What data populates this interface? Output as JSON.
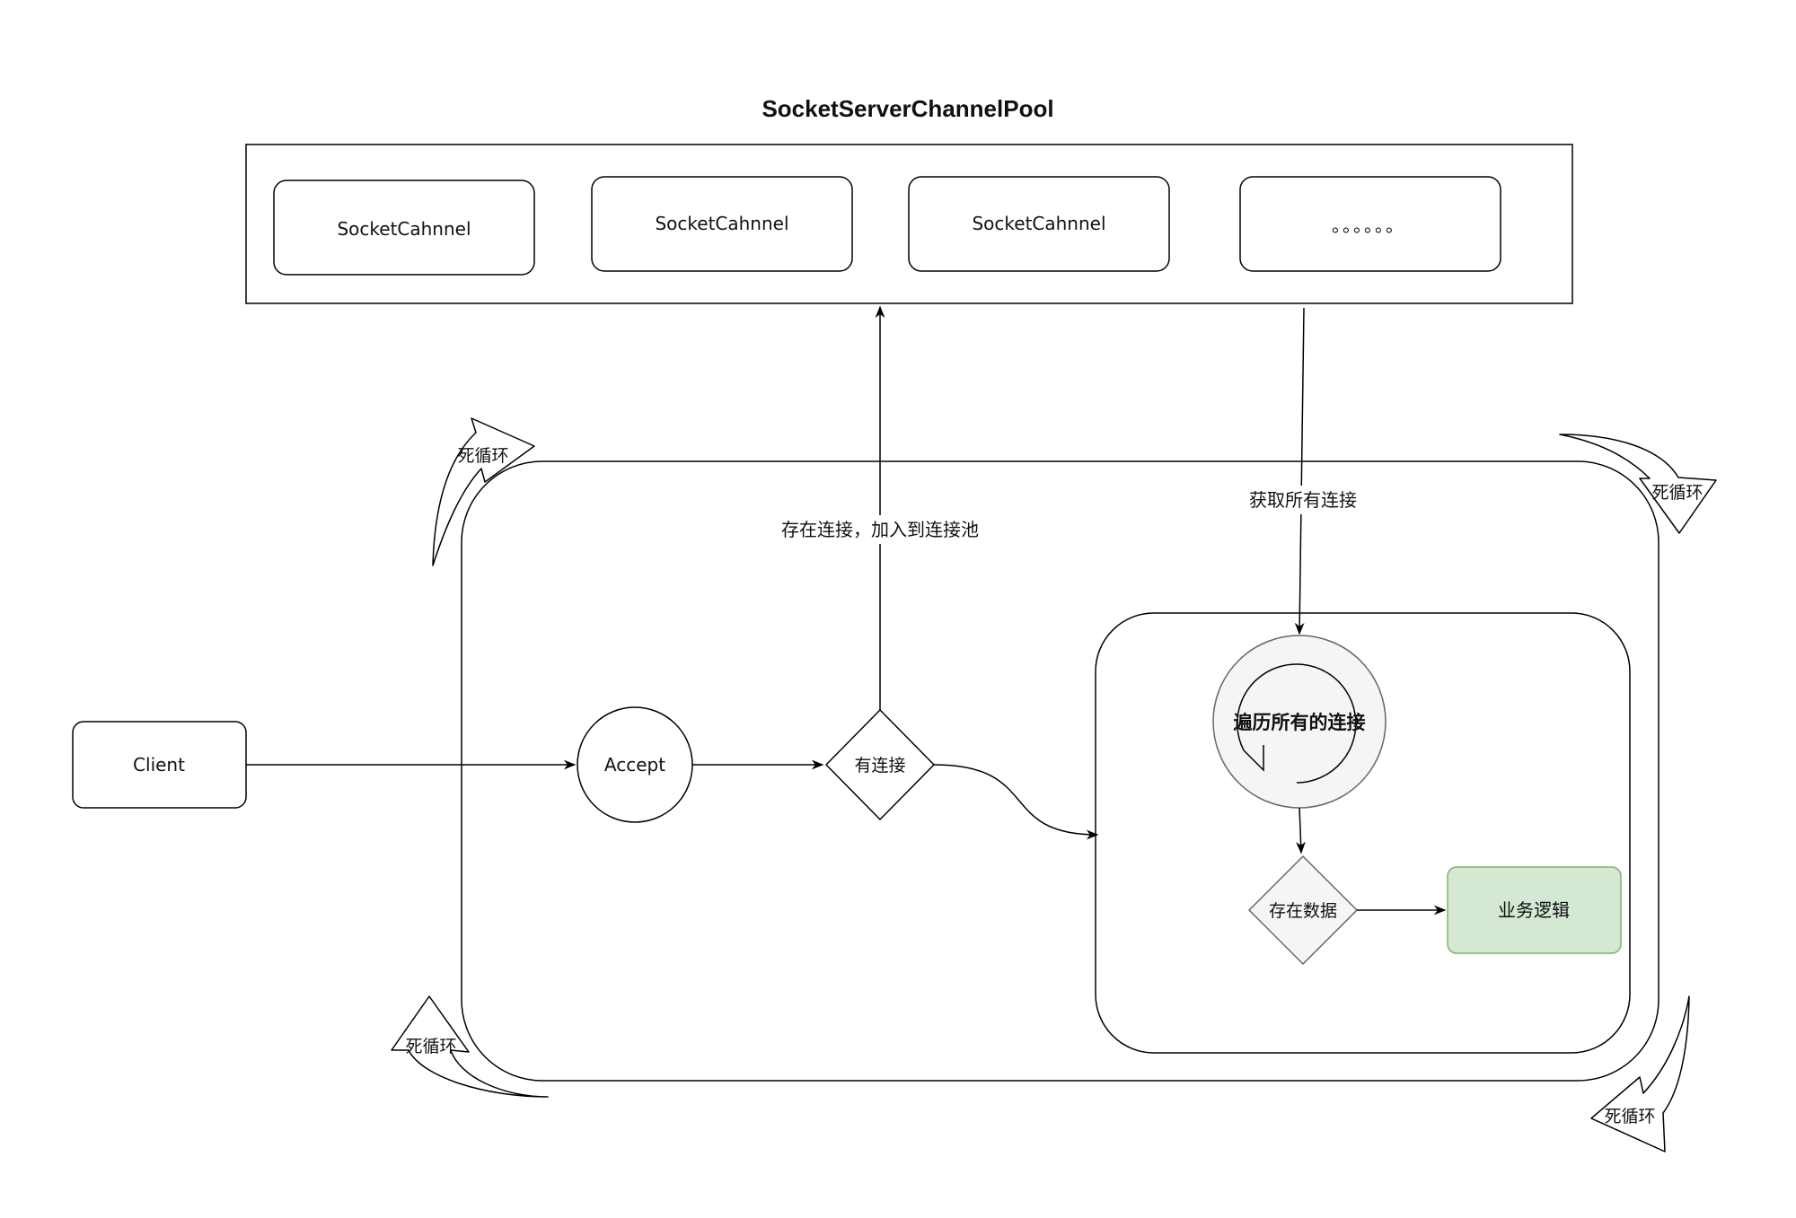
{
  "title": "SocketServerChannelPool",
  "pool": {
    "channels": [
      "SocketCahnnel",
      "SocketCahnnel",
      "SocketCahnnel",
      "。。。。。。"
    ]
  },
  "nodes": {
    "client": "Client",
    "accept": "Accept",
    "has_connection": "有连接",
    "iterate_connections": "遍历所有的连接",
    "has_data": "存在数据",
    "business_logic": "业务逻辑"
  },
  "edge_labels": {
    "add_to_pool": "存在连接，加入到连接池",
    "get_all": "获取所有连接"
  },
  "loop_arrows": [
    "死循环",
    "死循环",
    "死循环",
    "死循环"
  ],
  "colors": {
    "stroke": "#000000",
    "gray_fill": "#f5f5f5",
    "gray_stroke": "#666666",
    "green_fill": "#d5e8d4",
    "green_stroke": "#82b366"
  }
}
